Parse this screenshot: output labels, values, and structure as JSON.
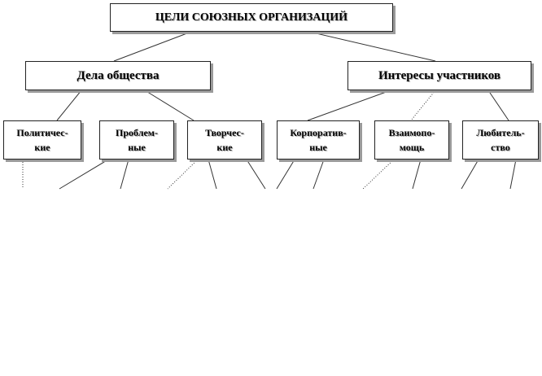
{
  "diagram": {
    "root": "ЦЕЛИ СОЮЗНЫХ ОРГАНИЗАЦИЙ",
    "groups": [
      "Дела общества",
      "Интересы участников"
    ],
    "leaves": [
      "Политичес-\nкие",
      "Проблем-\nные",
      "Творчес-\nкие",
      "Корпоратив-\nные",
      "Взаимопо-\nмощь",
      "Любитель-\nство"
    ]
  }
}
